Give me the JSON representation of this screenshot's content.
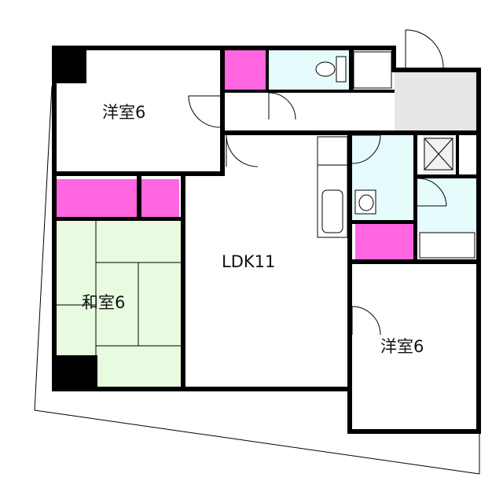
{
  "rooms": {
    "western_room_top": "洋室6",
    "ldk": "LDK11",
    "japanese_room": "和室6",
    "western_room_right": "洋室6"
  },
  "colors": {
    "storage": "#ff66e0",
    "tatami": "#e8fbe0",
    "wet_area": "#e6fbfb",
    "entrance": "#e6e6e6",
    "wall": "#000000"
  }
}
